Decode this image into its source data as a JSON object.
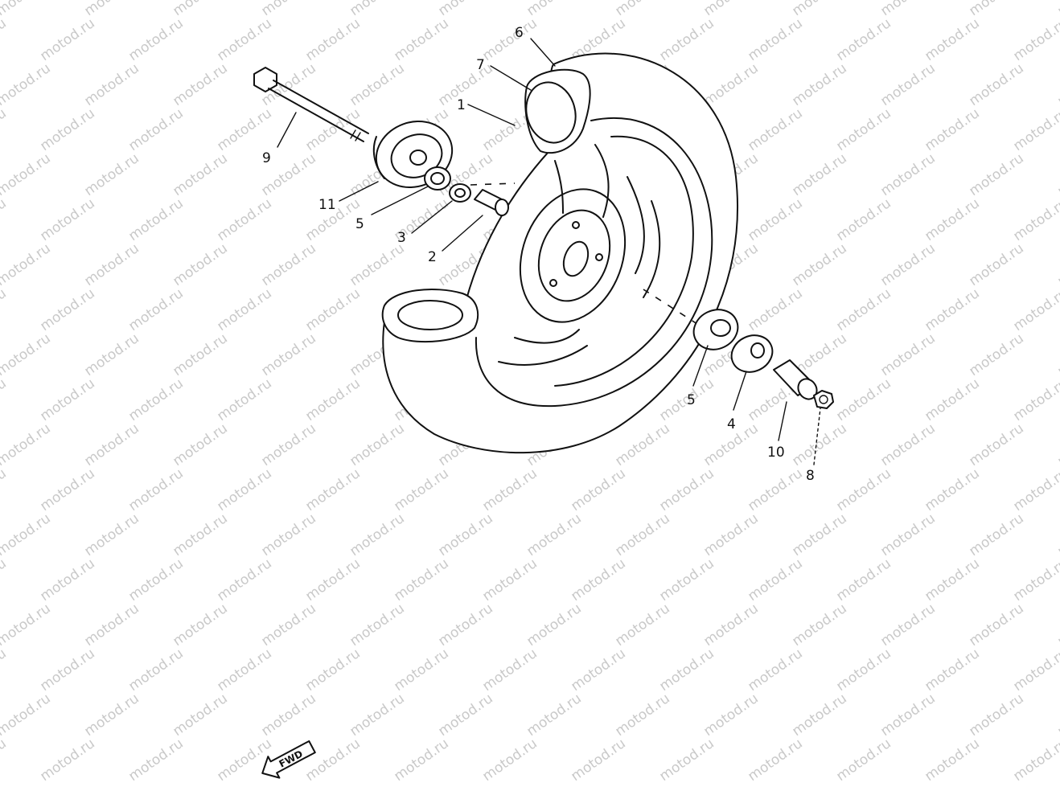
{
  "watermark": {
    "text": "motod.ru",
    "color": "#c9c9c9"
  },
  "fwd_label": "FWD",
  "callouts": {
    "c6": "6",
    "c7": "7",
    "c1": "1",
    "c9": "9",
    "c11": "11",
    "c5a": "5",
    "c3": "3",
    "c2": "2",
    "c5b": "5",
    "c4": "4",
    "c10": "10",
    "c8": "8"
  }
}
